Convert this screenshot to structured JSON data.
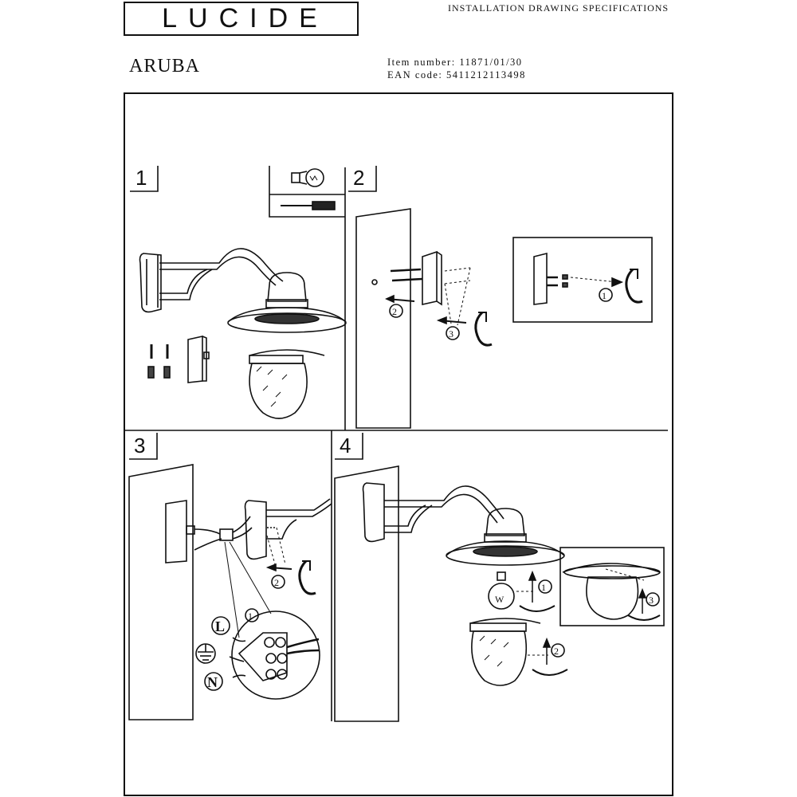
{
  "header": {
    "brand": "LUCIDE",
    "doc_title": "INSTALLATION DRAWING SPECIFICATIONS",
    "product_name": "ARUBA",
    "item_number_label": "Item number:",
    "item_number": "11871/01/30",
    "ean_label": "EAN code:",
    "ean": "5411212113498"
  },
  "steps": [
    {
      "number": "1"
    },
    {
      "number": "2"
    },
    {
      "number": "3"
    },
    {
      "number": "4"
    }
  ],
  "callouts": {
    "c1": "1",
    "c2": "2",
    "c3": "3"
  },
  "wiring": {
    "live": "L",
    "neutral": "N"
  },
  "bulb": {
    "mark": "W"
  }
}
